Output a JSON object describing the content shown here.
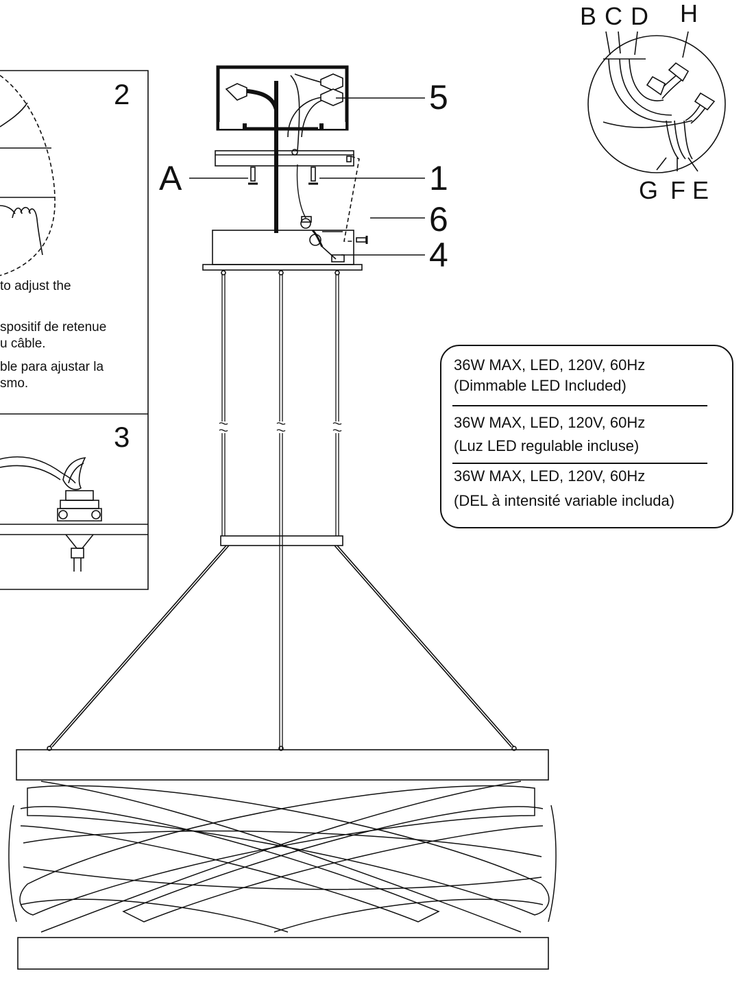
{
  "callouts": {
    "part_1": "1",
    "part_4": "4",
    "part_5": "5",
    "part_6": "6",
    "part_a": "A"
  },
  "wire_labels": {
    "b": "B",
    "c": "C",
    "d": "D",
    "h": "H",
    "g": "G",
    "f": "F",
    "e": "E"
  },
  "step_panels": {
    "step_2": {
      "number": "2",
      "lines": [
        "to adjust the",
        "spositif de retenue",
        "u câble.",
        "ble para ajustar la",
        "smo."
      ]
    },
    "step_3": {
      "number": "3"
    }
  },
  "spec_box": {
    "english": [
      "36W MAX, LED, 120V, 60Hz",
      "(Dimmable LED Included)"
    ],
    "spanish": [
      "36W MAX, LED, 120V, 60Hz",
      "(Luz LED regulable incluse)"
    ],
    "french": [
      "36W MAX, LED, 120V, 60Hz",
      "(DEL à intensité variable includa)"
    ]
  }
}
